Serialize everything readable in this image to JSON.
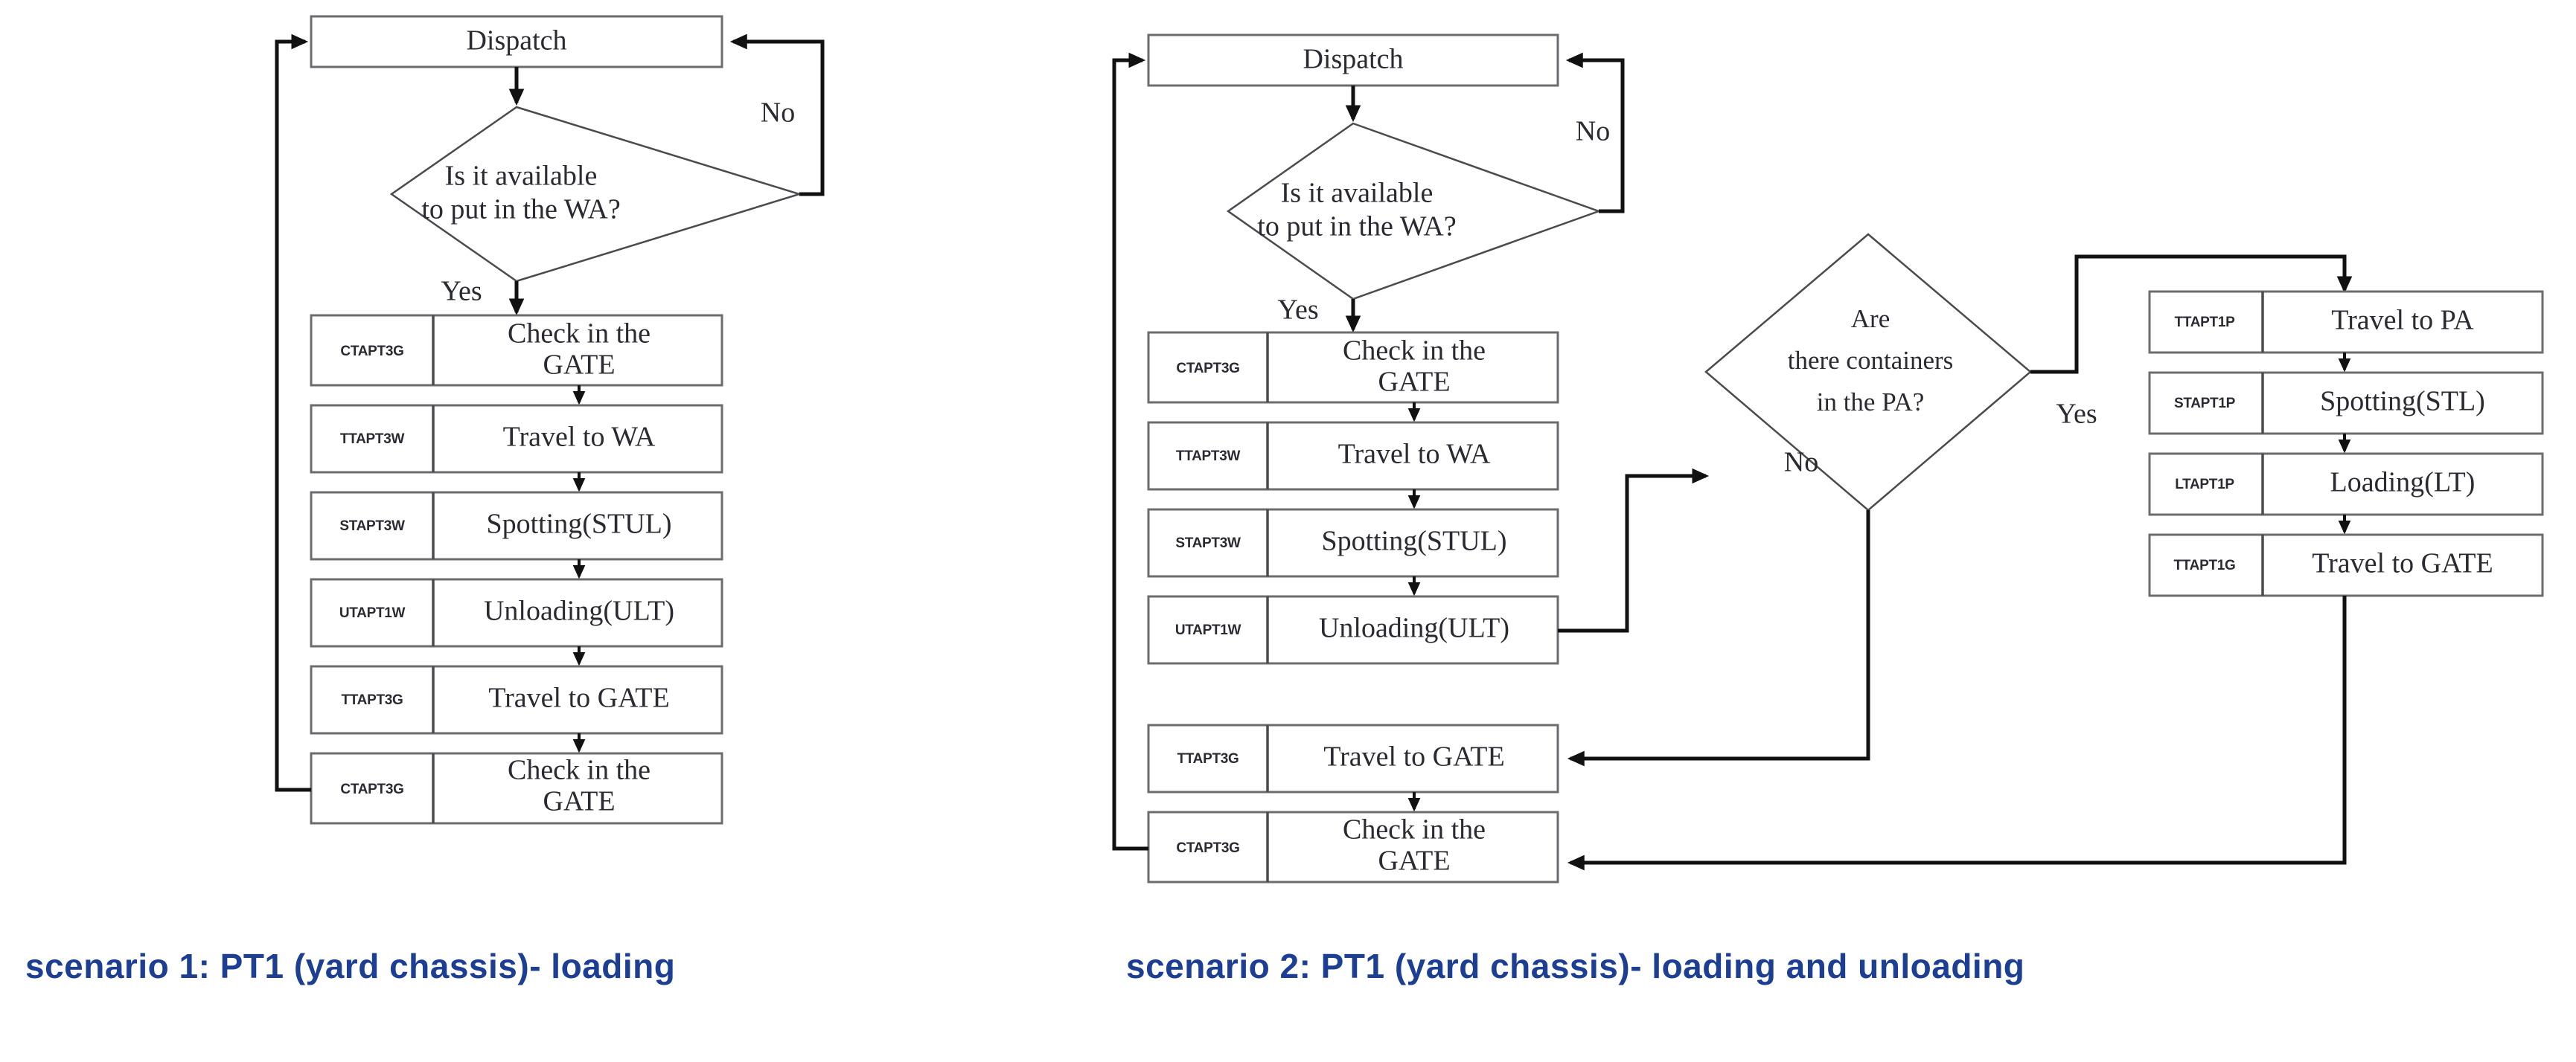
{
  "captions": {
    "scenario1": "scenario 1: PT1 (yard chassis)- loading",
    "scenario2": "scenario 2: PT1 (yard chassis)- loading and unloading",
    "color": "#1c3f94"
  },
  "chart_data": {
    "type": "diagram",
    "diagram_kind": "flowchart",
    "title": "",
    "scenarios": [
      {
        "id": "scenario-1",
        "caption": "scenario 1: PT1 (yard chassis)- loading",
        "nodes": [
          {
            "id": "s1-dispatch",
            "kind": "process",
            "code": "",
            "label": "Dispatch"
          },
          {
            "id": "s1-decision-wa",
            "kind": "decision",
            "code": "",
            "label": "Is it available\nto put in the WA?",
            "line1": "Is it available",
            "line2": "to put in the WA?"
          },
          {
            "id": "s1-check-gate-1",
            "kind": "process",
            "code": "CTAPT3G",
            "label": "Check in the GATE",
            "line1": "Check in the",
            "line2": "GATE"
          },
          {
            "id": "s1-travel-wa",
            "kind": "process",
            "code": "TTAPT3W",
            "label": "Travel to WA"
          },
          {
            "id": "s1-spotting",
            "kind": "process",
            "code": "STAPT3W",
            "label": "Spotting(STUL)"
          },
          {
            "id": "s1-unloading",
            "kind": "process",
            "code": "UTAPT1W",
            "label": "Unloading(ULT)"
          },
          {
            "id": "s1-travel-gate",
            "kind": "process",
            "code": "TTAPT3G",
            "label": "Travel to GATE"
          },
          {
            "id": "s1-check-gate-2",
            "kind": "process",
            "code": "CTAPT3G",
            "label": "Check in the GATE",
            "line1": "Check in the",
            "line2": "GATE"
          }
        ],
        "branch_labels": [
          {
            "id": "s1-no",
            "text": "No"
          },
          {
            "id": "s1-yes",
            "text": "Yes"
          }
        ],
        "edges": [
          {
            "from": "s1-dispatch",
            "to": "s1-decision-wa",
            "label": ""
          },
          {
            "from": "s1-decision-wa",
            "to": "s1-dispatch",
            "label": "No"
          },
          {
            "from": "s1-decision-wa",
            "to": "s1-check-gate-1",
            "label": "Yes"
          },
          {
            "from": "s1-check-gate-1",
            "to": "s1-travel-wa",
            "label": ""
          },
          {
            "from": "s1-travel-wa",
            "to": "s1-spotting",
            "label": ""
          },
          {
            "from": "s1-spotting",
            "to": "s1-unloading",
            "label": ""
          },
          {
            "from": "s1-unloading",
            "to": "s1-travel-gate",
            "label": ""
          },
          {
            "from": "s1-travel-gate",
            "to": "s1-check-gate-2",
            "label": ""
          },
          {
            "from": "s1-check-gate-2",
            "to": "s1-dispatch",
            "label": ""
          }
        ]
      },
      {
        "id": "scenario-2",
        "caption": "scenario 2: PT1 (yard chassis)- loading and unloading",
        "nodes": [
          {
            "id": "s2-dispatch",
            "kind": "process",
            "code": "",
            "label": "Dispatch"
          },
          {
            "id": "s2-decision-wa",
            "kind": "decision",
            "code": "",
            "label": "Is it available\nto put in the WA?",
            "line1": "Is it available",
            "line2": "to put in the WA?"
          },
          {
            "id": "s2-check-gate-1",
            "kind": "process",
            "code": "CTAPT3G",
            "label": "Check in the GATE",
            "line1": "Check in the",
            "line2": "GATE"
          },
          {
            "id": "s2-travel-wa",
            "kind": "process",
            "code": "TTAPT3W",
            "label": "Travel to WA"
          },
          {
            "id": "s2-spotting",
            "kind": "process",
            "code": "STAPT3W",
            "label": "Spotting(STUL)"
          },
          {
            "id": "s2-unloading",
            "kind": "process",
            "code": "UTAPT1W",
            "label": "Unloading(ULT)"
          },
          {
            "id": "s2-travel-gate",
            "kind": "process",
            "code": "TTAPT3G",
            "label": "Travel to GATE"
          },
          {
            "id": "s2-check-gate-2",
            "kind": "process",
            "code": "CTAPT3G",
            "label": "Check in the GATE",
            "line1": "Check in the",
            "line2": "GATE"
          },
          {
            "id": "s2-decision-pa",
            "kind": "decision",
            "code": "",
            "label": "Are\nthere containers\nin the PA?",
            "line1": "Are",
            "line2": "there containers",
            "line3": "in the PA?"
          },
          {
            "id": "s2-travel-pa",
            "kind": "process",
            "code": "TTAPT1P",
            "label": "Travel to PA"
          },
          {
            "id": "s2-spotting-stl",
            "kind": "process",
            "code": "STAPT1P",
            "label": "Spotting(STL)"
          },
          {
            "id": "s2-loading",
            "kind": "process",
            "code": "LTAPT1P",
            "label": "Loading(LT)"
          },
          {
            "id": "s2-travel-gate-2",
            "kind": "process",
            "code": "TTAPT1G",
            "label": "Travel to GATE"
          }
        ],
        "branch_labels": [
          {
            "id": "s2-no-wa",
            "text": "No"
          },
          {
            "id": "s2-yes-wa",
            "text": "Yes"
          },
          {
            "id": "s2-yes-pa",
            "text": "Yes"
          },
          {
            "id": "s2-no-pa",
            "text": "No"
          }
        ],
        "edges": [
          {
            "from": "s2-dispatch",
            "to": "s2-decision-wa",
            "label": ""
          },
          {
            "from": "s2-decision-wa",
            "to": "s2-dispatch",
            "label": "No"
          },
          {
            "from": "s2-decision-wa",
            "to": "s2-check-gate-1",
            "label": "Yes"
          },
          {
            "from": "s2-check-gate-1",
            "to": "s2-travel-wa",
            "label": ""
          },
          {
            "from": "s2-travel-wa",
            "to": "s2-spotting",
            "label": ""
          },
          {
            "from": "s2-spotting",
            "to": "s2-unloading",
            "label": ""
          },
          {
            "from": "s2-unloading",
            "to": "s2-decision-pa",
            "label": ""
          },
          {
            "from": "s2-decision-pa",
            "to": "s2-travel-pa",
            "label": "Yes"
          },
          {
            "from": "s2-decision-pa",
            "to": "s2-travel-gate",
            "label": "No"
          },
          {
            "from": "s2-travel-pa",
            "to": "s2-spotting-stl",
            "label": ""
          },
          {
            "from": "s2-spotting-stl",
            "to": "s2-loading",
            "label": ""
          },
          {
            "from": "s2-loading",
            "to": "s2-travel-gate-2",
            "label": ""
          },
          {
            "from": "s2-travel-gate-2",
            "to": "s2-check-gate-2",
            "label": ""
          },
          {
            "from": "s2-travel-gate",
            "to": "s2-check-gate-2",
            "label": ""
          },
          {
            "from": "s2-check-gate-2",
            "to": "s2-dispatch",
            "label": ""
          }
        ]
      }
    ]
  }
}
